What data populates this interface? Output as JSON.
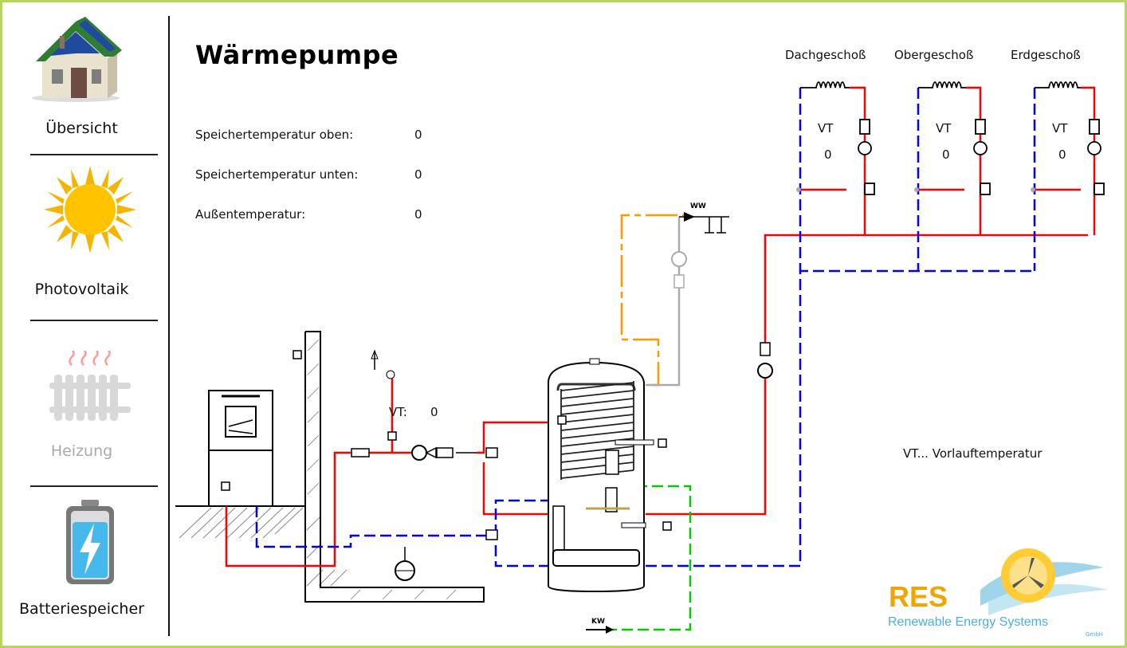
{
  "title": "Wärmepumpe",
  "nav": [
    {
      "label": "Übersicht",
      "icon": "house-icon"
    },
    {
      "label": "Photovoltaik",
      "icon": "sun-icon"
    },
    {
      "label": "Heizung",
      "icon": "radiator-icon"
    },
    {
      "label": "Batteriespeicher",
      "icon": "battery-icon"
    }
  ],
  "readings": [
    {
      "label": "Speichertemperatur oben:",
      "value": "0"
    },
    {
      "label": "Speichertemperatur unten:",
      "value": "0"
    },
    {
      "label": "Außentemperatur:",
      "value": "0"
    }
  ],
  "floors": [
    {
      "name": "Dachgeschoß",
      "vt_label": "VT",
      "vt_value": "0"
    },
    {
      "name": "Obergeschoß",
      "vt_label": "VT",
      "vt_value": "0"
    },
    {
      "name": "Erdgeschoß",
      "vt_label": "VT",
      "vt_value": "0"
    }
  ],
  "pump_vt": {
    "label": "VT:",
    "value": "0"
  },
  "legend": "VT... Vorlauftemperatur",
  "ww_label": "WW",
  "kw_label": "KW",
  "logo": {
    "name": "RES",
    "tagline": "Renewable Energy Systems",
    "suffix": "GmbH"
  },
  "colors": {
    "border": "#b5d65a",
    "flow": "#ff0000",
    "return": "#0000ff",
    "hot_water": "#ff9900",
    "cold_water": "#00cc00"
  }
}
